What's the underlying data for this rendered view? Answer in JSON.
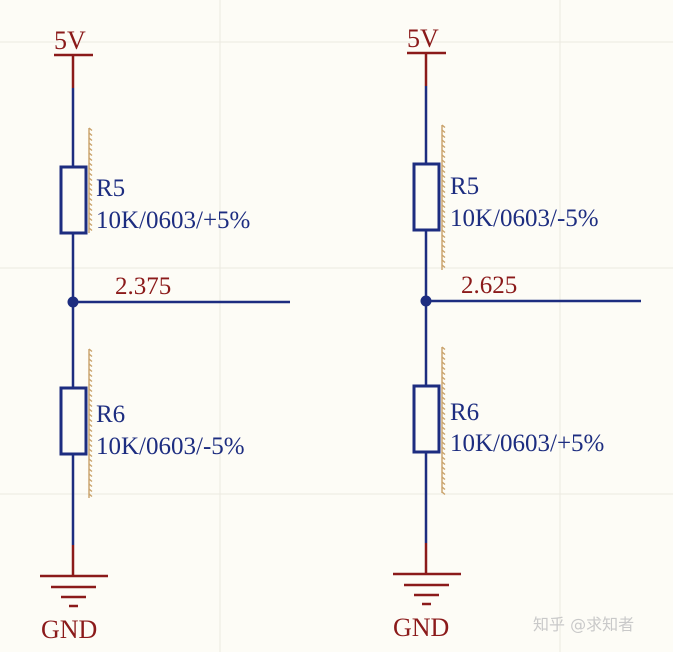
{
  "colors": {
    "background": "#fdfcf6",
    "wire": "#1d2d80",
    "power": "#8b1a1a",
    "netlabel": "#8b1a1a",
    "designator": "#1d2d80"
  },
  "circuits": [
    {
      "supply": "5V",
      "ground": "GND",
      "top_resistor": {
        "designator": "R5",
        "value": "10K/0603/+5%"
      },
      "bottom_resistor": {
        "designator": "R6",
        "value": "10K/0603/-5%"
      },
      "node_voltage": "2.375"
    },
    {
      "supply": "5V",
      "ground": "GND",
      "top_resistor": {
        "designator": "R5",
        "value": "10K/0603/-5%"
      },
      "bottom_resistor": {
        "designator": "R6",
        "value": "10K/0603/+5%"
      },
      "node_voltage": "2.625"
    }
  ],
  "watermark": "知乎 @求知者"
}
